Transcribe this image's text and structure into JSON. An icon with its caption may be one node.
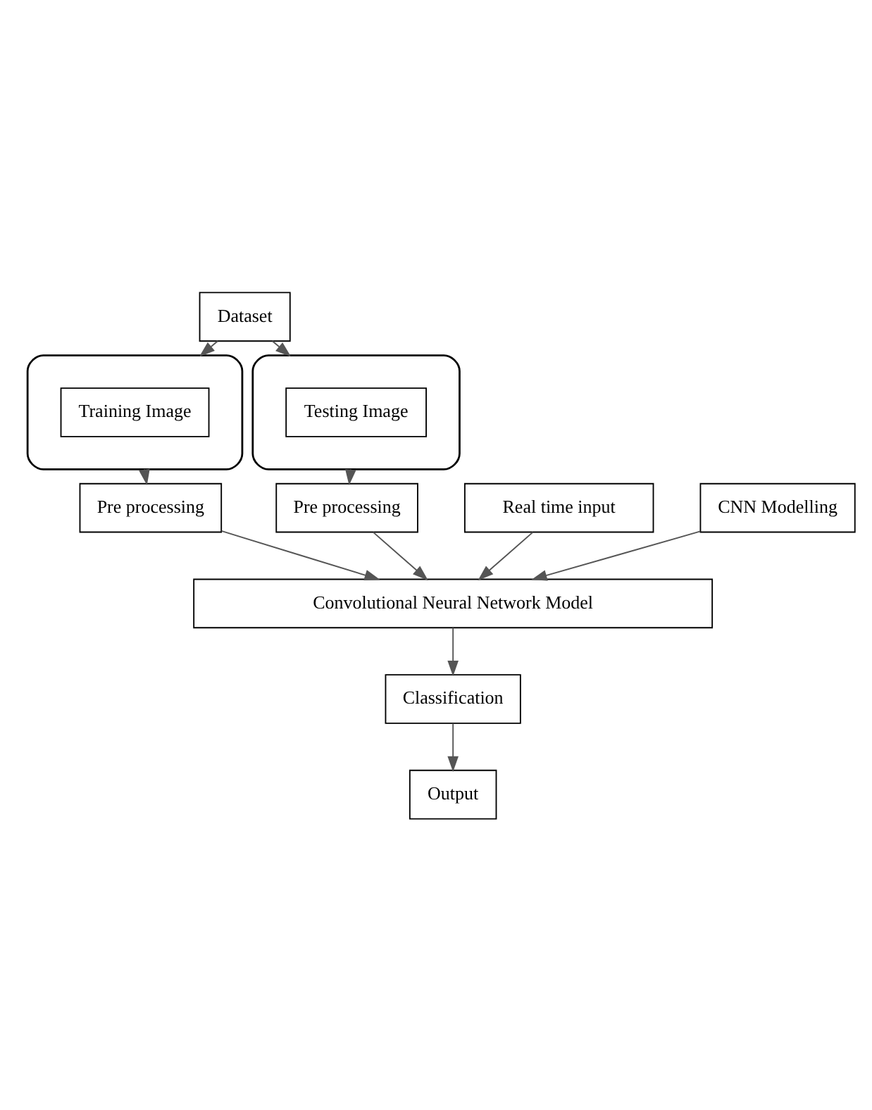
{
  "diagram": {
    "nodes": [
      {
        "text": [
          "Dataset"
        ]
      },
      {
        "text": [
          "Real time input"
        ]
      },
      {
        "text": [],
        "shape": "cylinder"
      },
      {
        "text": [
          "Training Image"
        ],
        "in": 2
      },
      {
        "text": [],
        "shape": "cylinder"
      },
      {
        "text": [
          "Testing Image"
        ],
        "in": 4
      },
      {
        "text": [
          "Pre processing"
        ]
      },
      {
        "text": [
          "Pre processing"
        ]
      },
      {
        "text": [
          "CNN Modelling"
        ]
      },
      {
        "text": [
          "Convolutional Neural Network Model"
        ]
      },
      {
        "text": [
          "Classification"
        ]
      },
      {
        "text": [
          "Output"
        ]
      }
    ],
    "edges": [
      {
        "from": 0,
        "to": 2,
        "arrow": "to"
      },
      {
        "from": 0,
        "to": 4,
        "arrow": "to"
      },
      {
        "from": 2,
        "to": 6,
        "arrow": "to"
      },
      {
        "from": 4,
        "to": 7,
        "arrow": "to"
      },
      {
        "from": 6,
        "to": 9,
        "arrow": "to"
      },
      {
        "from": 8,
        "to": 9,
        "arrow": "to"
      },
      {
        "from": 7,
        "to": 9,
        "arrow": "to"
      },
      {
        "from": 1,
        "to": 9,
        "arrow": "to"
      },
      {
        "from": 9,
        "to": 10,
        "arrow": "to"
      },
      {
        "from": 10,
        "to": 11,
        "arrow": "to"
      }
    ]
  }
}
